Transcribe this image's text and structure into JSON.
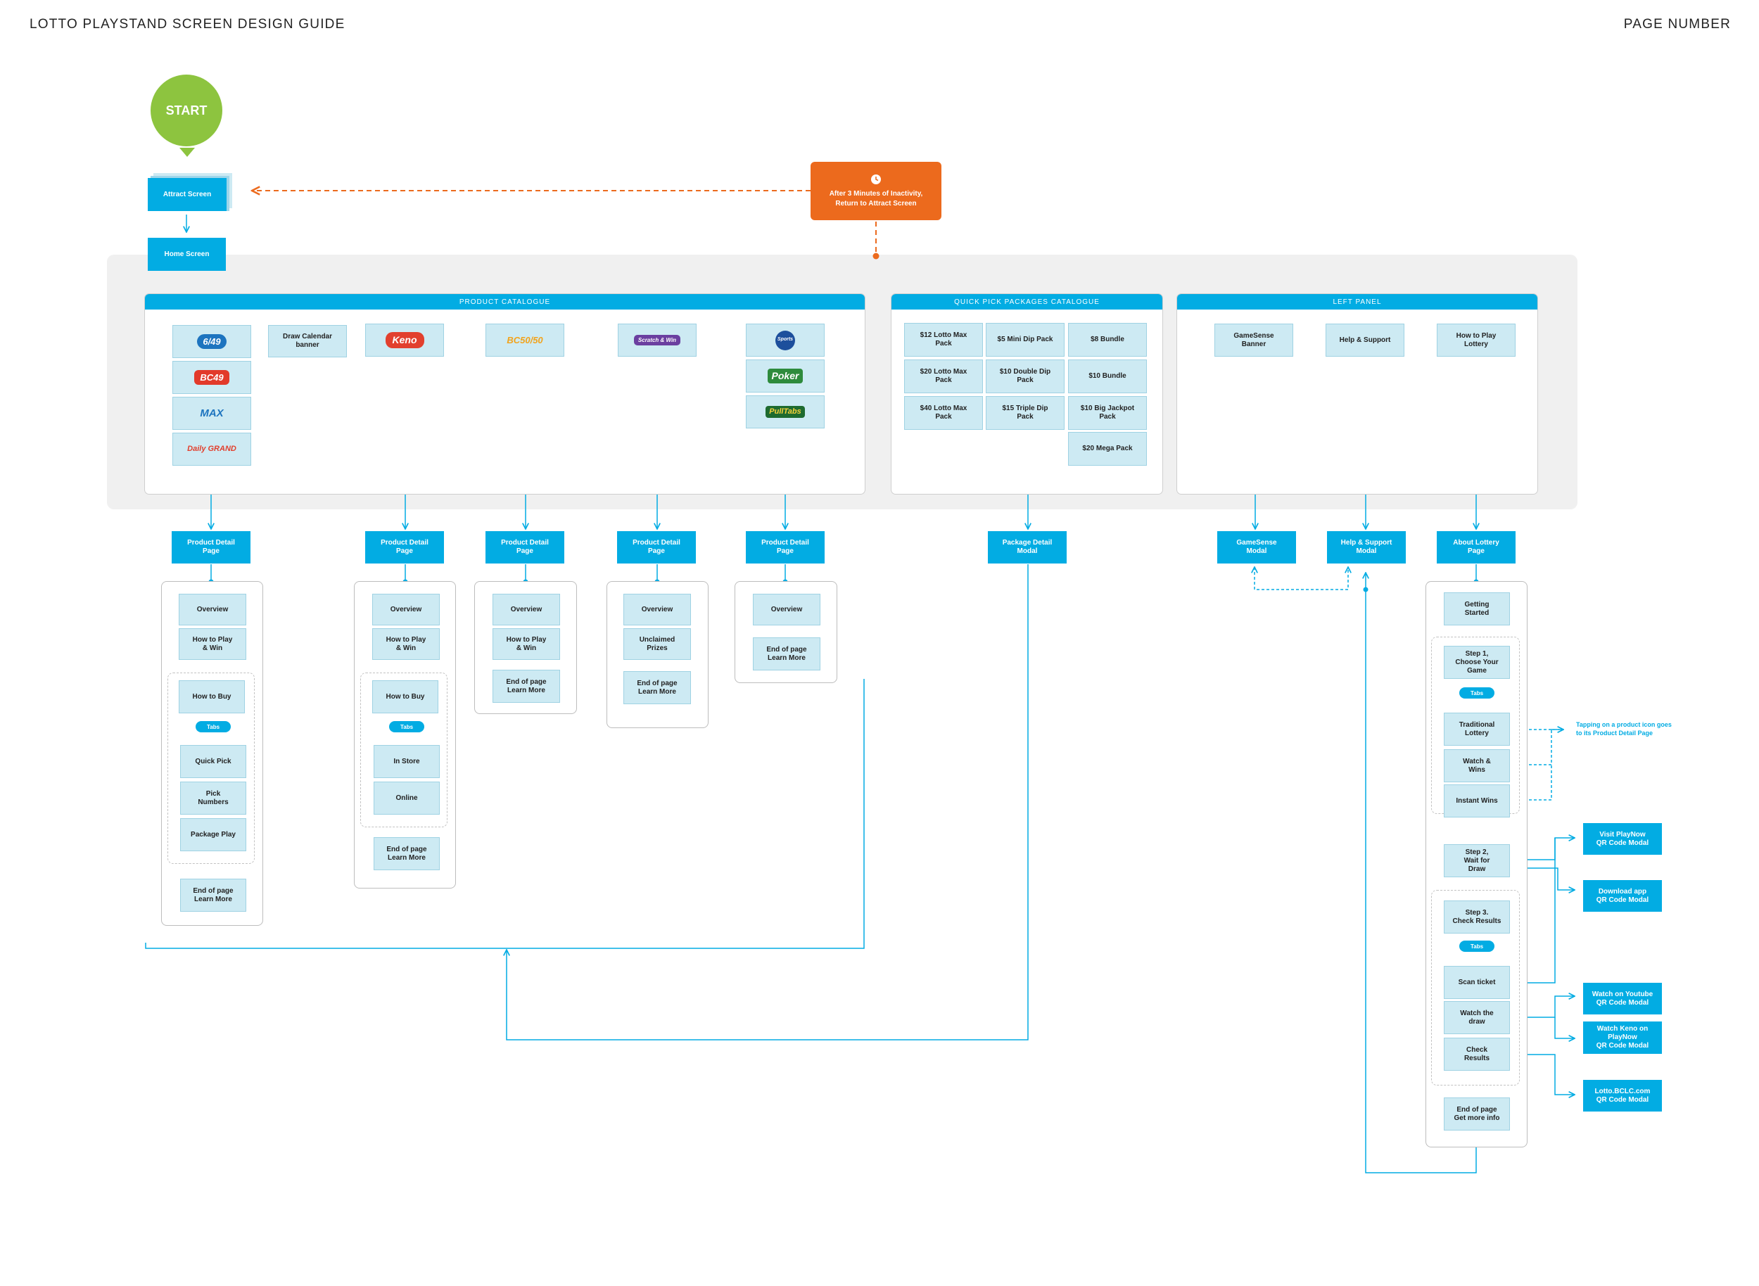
{
  "header": {
    "title": "LOTTO PLAYSTAND SCREEN DESIGN GUIDE",
    "page_number": "PAGE NUMBER"
  },
  "start": "START",
  "attract": "Attract Screen",
  "home": "Home Screen",
  "inactivity": "After 3 Minutes of Inactivity,\nReturn to Attract Screen",
  "product_catalogue": {
    "title": "PRODUCT CATALOGUE",
    "logos": [
      "6/49",
      "BC49",
      "MAX",
      "Daily GRAND",
      "Keno",
      "BC50/50",
      "Scratch & Win",
      "Sports",
      "Poker",
      "PullTabs"
    ],
    "draw_calendar": "Draw Calendar\nbanner"
  },
  "quick_pick": {
    "title": "QUICK PICK PACKAGES CATALOGUE",
    "items": [
      "$12 Lotto Max\nPack",
      "$5 Mini Dip Pack",
      "$8 Bundle",
      "$20 Lotto Max\nPack",
      "$10 Double Dip\nPack",
      "$10 Bundle",
      "$40 Lotto Max\nPack",
      "$15 Triple Dip\nPack",
      "$10 Big Jackpot\nPack",
      "$20 Mega Pack"
    ]
  },
  "left_panel": {
    "title": "LEFT PANEL",
    "items": [
      "GameSense\nBanner",
      "Help & Support",
      "How to Play\nLottery"
    ]
  },
  "detail_pages": {
    "product_detail": "Product Detail\nPage",
    "package_detail": "Package Detail\nModal",
    "gamesense": "GameSense\nModal",
    "help": "Help & Support\nModal",
    "about": "About Lottery\nPage"
  },
  "sections": {
    "overview": "Overview",
    "how_to_play": "How to Play\n& Win",
    "how_to_buy": "How to Buy",
    "tabs": "Tabs",
    "quick_pick": "Quick Pick",
    "pick_numbers": "Pick\nNumbers",
    "package_play": "Package Play",
    "end_learn": "End of page\nLearn More",
    "in_store": "In Store",
    "online": "Online",
    "unclaimed": "Unclaimed\nPrizes"
  },
  "about": {
    "getting_started": "Getting\nStarted",
    "step1": "Step 1,\nChoose Your\nGame",
    "traditional": "Traditional\nLottery",
    "watch_win": "Watch &\nWins",
    "instant": "Instant Wins",
    "step2": "Step 2,\nWait for\nDraw",
    "step3": "Step 3.\nCheck Results",
    "scan": "Scan ticket",
    "watch_draw": "Watch the\ndraw",
    "check": "Check\nResults",
    "end_info": "End of page\nGet more info",
    "note": "Tapping on a product icon goes\nto its Product Detail Page"
  },
  "qr": {
    "visit": "Visit PlayNow\nQR Code Modal",
    "download": "Download app\nQR Code Modal",
    "youtube": "Watch on Youtube\nQR Code Modal",
    "keno": "Watch Keno on\nPlayNow\nQR Code Modal",
    "lotto": "Lotto.BCLC.com\nQR Code Modal"
  },
  "colors": {
    "blue": "#02ace3",
    "light_blue": "#cdeaf3",
    "orange": "#ec6a1d",
    "green": "#8dc43f"
  }
}
